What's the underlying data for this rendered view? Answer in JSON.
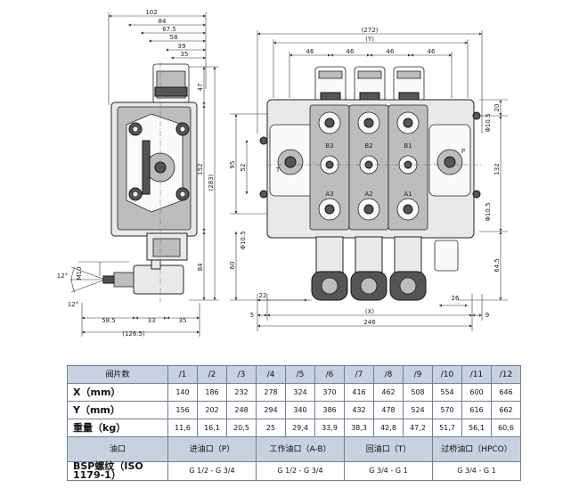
{
  "drawing": {
    "side_view": {
      "dims_top": [
        "102",
        "84",
        "67.5",
        "58",
        "39",
        "35"
      ],
      "dims_right": [
        "47",
        "152",
        "(283)",
        "84"
      ],
      "dims_bottom": [
        "58.5",
        "33",
        "35",
        "(126.5)"
      ],
      "thread_label": "M10",
      "angle_labels": [
        "12°",
        "12°"
      ]
    },
    "front_view": {
      "dims_top": [
        "(272)",
        "(Y)",
        "46",
        "46",
        "46",
        "46"
      ],
      "dims_left": [
        "95",
        "52",
        "Φ10.5",
        "60"
      ],
      "dims_right": [
        "20",
        "Φ10.5",
        "132",
        "Φ10.5",
        "64.5"
      ],
      "dims_bottom": [
        "22",
        "26",
        "5",
        "(X)",
        "246",
        "9"
      ],
      "port_labels": [
        "B3",
        "B2",
        "B1",
        "A3",
        "A2",
        "A1",
        "T",
        "P"
      ]
    }
  },
  "table": {
    "header": {
      "label": "阀片数",
      "cols": [
        "/1",
        "/2",
        "/3",
        "/4",
        "/5",
        "/6",
        "/7",
        "/8",
        "/9",
        "/10",
        "/11",
        "/12"
      ]
    },
    "rows": [
      {
        "label": "X（mm）",
        "values": [
          "140",
          "186",
          "232",
          "278",
          "324",
          "370",
          "416",
          "462",
          "508",
          "554",
          "600",
          "646"
        ]
      },
      {
        "label": "Y（mm）",
        "values": [
          "156",
          "202",
          "248",
          "294",
          "340",
          "386",
          "432",
          "478",
          "524",
          "570",
          "616",
          "662"
        ]
      },
      {
        "label": "重量（kg）",
        "values": [
          "11,6",
          "16,1",
          "20,5",
          "25",
          "29,4",
          "33,9",
          "38,3",
          "42,8",
          "47,2",
          "51,7",
          "56,1",
          "60,6"
        ]
      }
    ],
    "ports": {
      "label": "油口",
      "groups": [
        "进油口（P）",
        "工作油口（A-B）",
        "回油口（T）",
        "过桥油口（HPCO）"
      ]
    },
    "bsp": {
      "label": "BSP螺纹（ISO 1179-1）",
      "values": [
        "G 1/2 - G 3/4",
        "G 1/2 - G 3/4",
        "G 3/4 - G 1",
        "G 3/4 - G 1"
      ]
    }
  }
}
